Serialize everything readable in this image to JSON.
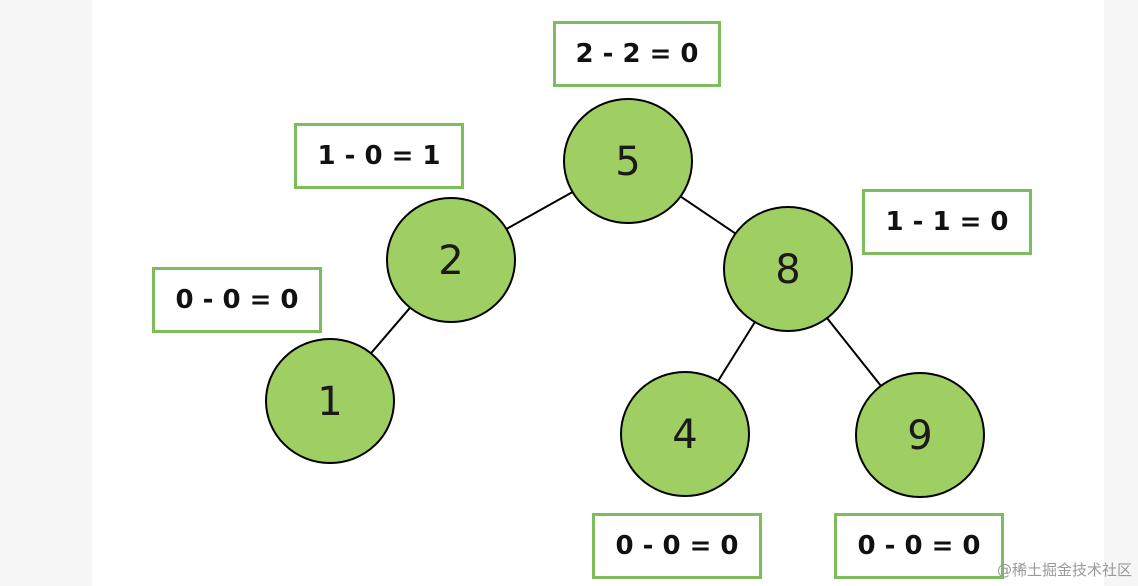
{
  "colors": {
    "node_fill": "#9fce63",
    "box_border": "#7dbd5b"
  },
  "nodes": [
    {
      "id": "n5",
      "label": "5"
    },
    {
      "id": "n2",
      "label": "2"
    },
    {
      "id": "n8",
      "label": "8"
    },
    {
      "id": "n1",
      "label": "1"
    },
    {
      "id": "n4",
      "label": "4"
    },
    {
      "id": "n9",
      "label": "9"
    }
  ],
  "edges": [
    {
      "from": "n5",
      "to": "n2"
    },
    {
      "from": "n5",
      "to": "n8"
    },
    {
      "from": "n2",
      "to": "n1"
    },
    {
      "from": "n8",
      "to": "n4"
    },
    {
      "from": "n8",
      "to": "n9"
    }
  ],
  "balance_labels": [
    {
      "node": "n5",
      "text": "2 - 2 = 0"
    },
    {
      "node": "n2",
      "text": "1 - 0 = 1"
    },
    {
      "node": "n8",
      "text": "1 - 1 = 0"
    },
    {
      "node": "n1",
      "text": "0 - 0 = 0"
    },
    {
      "node": "n4",
      "text": "0 - 0 = 0"
    },
    {
      "node": "n9",
      "text": "0 - 0 = 0"
    }
  ],
  "watermark": "@稀土掘金技术社区"
}
